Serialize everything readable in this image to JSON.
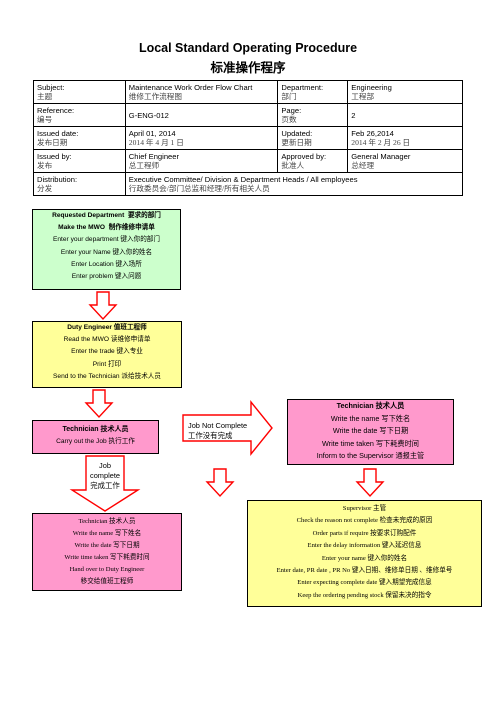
{
  "doc": {
    "title_en": "Local Standard Operating Procedure",
    "title_cn": "标准操作程序"
  },
  "header": {
    "subject_label_en": "Subject:",
    "subject_label_cn": "主题",
    "subject_en": "Maintenance Work Order Flow Chart",
    "subject_cn": "维修工作流程图",
    "department_label_en": "Department:",
    "department_label_cn": "部门",
    "department_en": "Engineering",
    "department_cn": "工程部",
    "reference_label_en": "Reference:",
    "reference_label_cn": "编号",
    "reference": "G-ENG-012",
    "page_label_en": "Page:",
    "page_label_cn": "页数",
    "page": "2",
    "issued_label_en": "Issued date:",
    "issued_label_cn": "发布日期",
    "issued_en": "April 01, 2014",
    "issued_cn": "2014 年 4 月 1 日",
    "updated_label_en": "Updated:",
    "updated_label_cn": "更新日期",
    "updated_en": "Feb 26,2014",
    "updated_cn": "2014 年 2 月 26 日",
    "issuedby_label_en": "Issued by:",
    "issuedby_label_cn": "发布",
    "issuedby_en": "Chief Engineer",
    "issuedby_cn": "总工程师",
    "approved_label_en": "Approved by:",
    "approved_label_cn": "批准人",
    "approved_en": "General Manager",
    "approved_cn": "总经理",
    "distribution_label_en": "Distribution:",
    "distribution_label_cn": "分发",
    "distribution_en": "Executive Committee/ Division & Department Heads / All employees",
    "distribution_cn": "行政委员会/部门总监和经理/所有相关人员"
  },
  "flow": {
    "requested": {
      "title": "Requested Department",
      "title_cn": "要求的部门",
      "sub": "Make the MWO",
      "sub_cn": "制作维修申请单",
      "steps": [
        "Enter your department 键入你的部门",
        "Enter your Name 键入你的姓名",
        "Enter Location 键入场所",
        "Enter problem 键入问题"
      ]
    },
    "duty": {
      "title": "Duty Engineer 值班工程师",
      "steps": [
        "Read the MWO 读维修申请单",
        "Enter the trade 键入专业",
        "Print 打印",
        "Send to the Technician 派给技术人员"
      ]
    },
    "tech1": {
      "title": "Technician 技术人员",
      "step": "Carry out the Job 执行工作"
    },
    "not_complete": {
      "line1": "Job Not Complete",
      "line2": "工作没有完成"
    },
    "complete": {
      "line1": "Job",
      "line2": "complete",
      "line3": "完成工作"
    },
    "tech2": {
      "title": "Technician 技术人员",
      "steps": [
        "Write the name 写下姓名",
        "Write the date 写下日期",
        "Write time taken 写下耗费时间",
        "Inform to the Supervisor 通报主管"
      ]
    },
    "tech3": {
      "title": "Technician 技术人员",
      "steps": [
        "Write the name 写下姓名",
        "Write the date 写下日期",
        "Write time taken 写下耗费时间",
        "Hand over to Duty Engineer",
        "移交给值班工程师"
      ]
    },
    "supervisor": {
      "title": "Supervisor 主管",
      "steps": [
        "Check the reason not complete 检查未完成的原因",
        "Order parts if require 按要求订购配件",
        "Enter the delay information 键入延迟信息",
        "Enter your name 键入你的姓名",
        "Enter date, PR date , PR No 键入日期、维修单日期 、维修单号",
        "Enter expecting complete date 键入期望完成信息",
        "Keep the ordering pending stock 保留未决的指令"
      ]
    }
  },
  "colors": {
    "arrow_red": "#ff0000",
    "green_box": "#ccffcc",
    "yellow_box": "#ffff99",
    "pink_box": "#ff99cc"
  }
}
